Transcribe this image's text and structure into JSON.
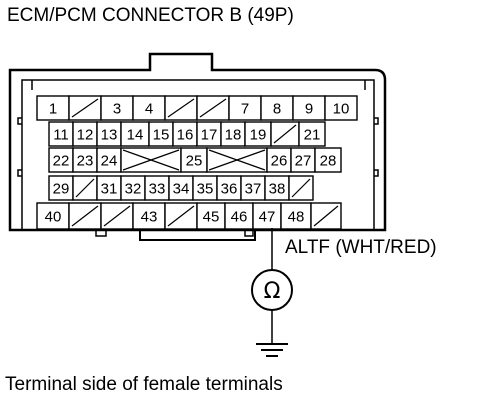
{
  "title": "ECM/PCM CONNECTOR B (49P)",
  "caption": "Terminal side of female terminals",
  "wire": {
    "terminal": "47",
    "label": "ALTF (WHT/RED)"
  },
  "meter": {
    "symbol": "Ω"
  },
  "rows": [
    [
      {
        "label": "1"
      },
      {
        "label": ""
      },
      {
        "label": "3"
      },
      {
        "label": "4"
      },
      {
        "label": ""
      },
      {
        "label": ""
      },
      {
        "label": "7"
      },
      {
        "label": "8"
      },
      {
        "label": "9"
      },
      {
        "label": "10"
      }
    ],
    [
      {
        "label": "11"
      },
      {
        "label": "12"
      },
      {
        "label": "13"
      },
      {
        "label": "14"
      },
      {
        "label": "15"
      },
      {
        "label": "16"
      },
      {
        "label": "17"
      },
      {
        "label": "18"
      },
      {
        "label": "19"
      },
      {
        "label": ""
      },
      {
        "label": "21"
      }
    ],
    [
      {
        "label": "22"
      },
      {
        "label": "23"
      },
      {
        "label": "24"
      },
      {
        "label": "",
        "mark": "x"
      },
      {
        "label": "25"
      },
      {
        "label": "",
        "mark": "x"
      },
      {
        "label": "26"
      },
      {
        "label": "27"
      },
      {
        "label": "28"
      }
    ],
    [
      {
        "label": "29"
      },
      {
        "label": ""
      },
      {
        "label": "31"
      },
      {
        "label": "32"
      },
      {
        "label": "33"
      },
      {
        "label": "34"
      },
      {
        "label": "35"
      },
      {
        "label": "36"
      },
      {
        "label": "37"
      },
      {
        "label": "38"
      },
      {
        "label": ""
      }
    ],
    [
      {
        "label": "40"
      },
      {
        "label": ""
      },
      {
        "label": ""
      },
      {
        "label": "43"
      },
      {
        "label": ""
      },
      {
        "label": "45"
      },
      {
        "label": "46"
      },
      {
        "label": "47"
      },
      {
        "label": "48"
      },
      {
        "label": ""
      }
    ]
  ]
}
